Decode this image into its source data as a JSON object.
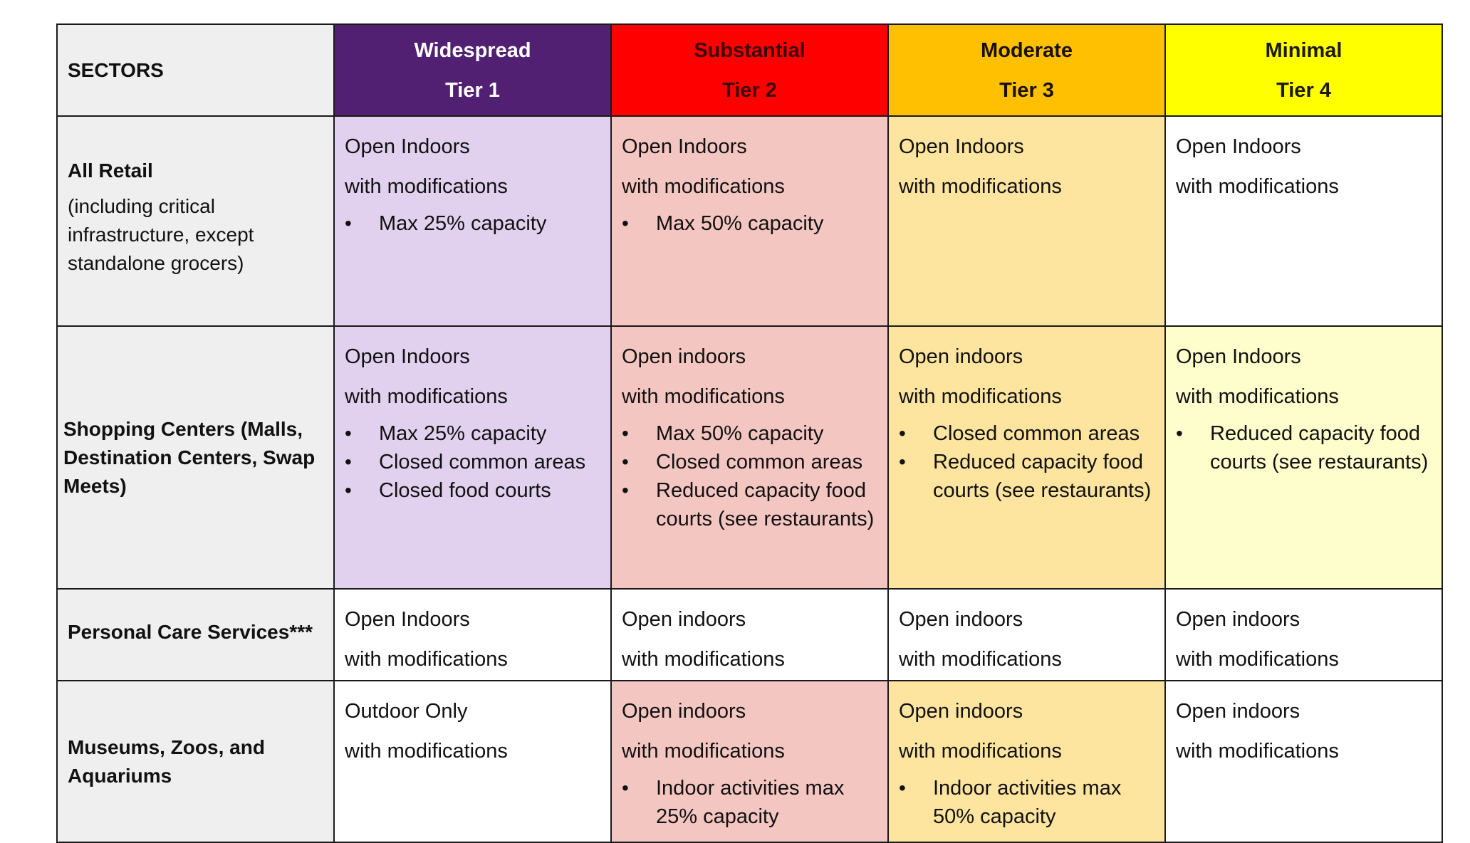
{
  "header": {
    "sectors_label": "SECTORS",
    "tiers": [
      {
        "name": "Widespread",
        "tier": "Tier 1",
        "color": "#512072"
      },
      {
        "name": "Substantial",
        "tier": "Tier 2",
        "color": "#fe0000"
      },
      {
        "name": "Moderate",
        "tier": "Tier 3",
        "color": "#fec000"
      },
      {
        "name": "Minimal",
        "tier": "Tier 4",
        "color": "#ffff00"
      }
    ]
  },
  "rows": [
    {
      "sector": "All Retail",
      "note": "(including critical infrastructure, except standalone grocers)",
      "cells": [
        {
          "status": "Open Indoors",
          "qualifier": "with modifications",
          "bullets": [
            "Max 25% capacity"
          ]
        },
        {
          "status": "Open Indoors",
          "qualifier": "with modifications",
          "bullets": [
            "Max 50% capacity"
          ]
        },
        {
          "status": "Open Indoors",
          "qualifier": "with modifications",
          "bullets": []
        },
        {
          "status": "Open Indoors",
          "qualifier": "with modifications",
          "bullets": []
        }
      ]
    },
    {
      "sector": "Shopping Centers (Malls, Destination Centers, Swap Meets)",
      "cells": [
        {
          "status": "Open Indoors",
          "qualifier": "with modifications",
          "bullets": [
            "Max 25% capacity",
            "Closed common areas",
            "Closed food courts"
          ]
        },
        {
          "status": "Open indoors",
          "qualifier": "with modifications",
          "bullets": [
            "Max 50% capacity",
            "Closed common areas",
            "Reduced capacity food courts (see restaurants)"
          ]
        },
        {
          "status": "Open indoors",
          "qualifier": "with modifications",
          "bullets": [
            "Closed common areas",
            "Reduced capacity food courts (see restaurants)"
          ]
        },
        {
          "status": "Open Indoors",
          "qualifier": "with modifications",
          "bullets": [
            "Reduced capacity food courts (see restaurants)"
          ]
        }
      ]
    },
    {
      "sector": "Personal Care Services***",
      "cells": [
        {
          "status": "Open Indoors",
          "qualifier": "with modifications",
          "bullets": []
        },
        {
          "status": "Open indoors",
          "qualifier": "with modifications",
          "bullets": []
        },
        {
          "status": "Open indoors",
          "qualifier": "with modifications",
          "bullets": []
        },
        {
          "status": "Open indoors",
          "qualifier": "with modifications",
          "bullets": []
        }
      ]
    },
    {
      "sector": "Museums, Zoos, and Aquariums",
      "cells": [
        {
          "status": "Outdoor Only",
          "qualifier": "with modifications",
          "bullets": []
        },
        {
          "status": "Open indoors",
          "qualifier": "with modifications",
          "bullets": [
            "Indoor activities max 25% capacity"
          ]
        },
        {
          "status": "Open indoors",
          "qualifier": "with modifications",
          "bullets": [
            "Indoor activities max 50% capacity"
          ]
        },
        {
          "status": "Open indoors",
          "qualifier": "with modifications",
          "bullets": []
        }
      ]
    }
  ],
  "cell_colors": {
    "purple": "#e1d1ef",
    "pink": "#f4c6c2",
    "tan": "#fde49f",
    "light_yellow": "#fefdcc",
    "white": "#ffffff",
    "sector_gray": "#efefef"
  }
}
